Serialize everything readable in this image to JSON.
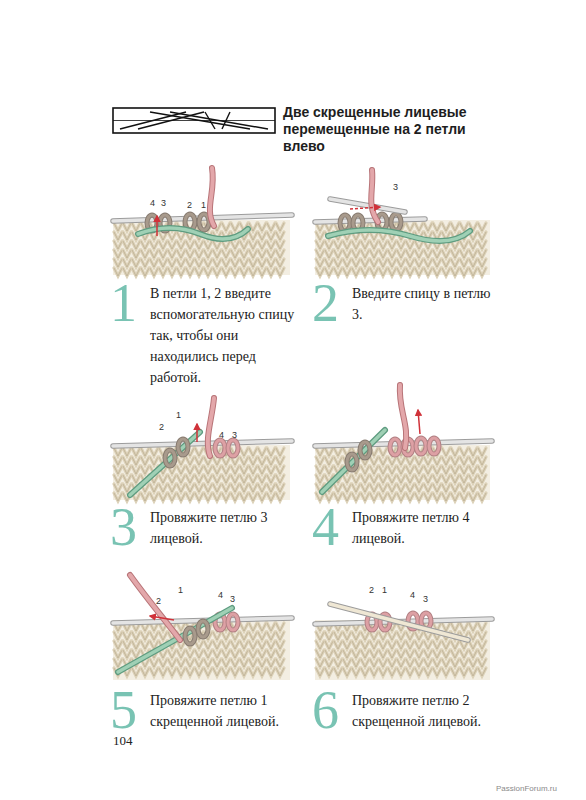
{
  "diagram": {
    "title": "Две скрещенные лицевые перемещенные на 2 петли влево",
    "labels": [
      "4",
      "3",
      "2",
      "1",
      "3",
      "1",
      "В петли 1, 2 введите вспомогательную спицу так, чтобы они находились перед работой.",
      "2",
      "Введите спицу в петлю 3.",
      "1",
      "2",
      "4",
      "3",
      "3",
      "Провяжите петлю 3 лицевой.",
      "4",
      "Провяжите петлю 4 лицевой.",
      "1",
      "2",
      "4",
      "3",
      "2",
      "1",
      "4",
      "3",
      "5",
      "Провяжите петлю 1 скрещенной лицевой.",
      "6",
      "Провяжите петлю 2 скрещенной лицевой.",
      "104",
      "PassionForum.ru"
    ]
  }
}
